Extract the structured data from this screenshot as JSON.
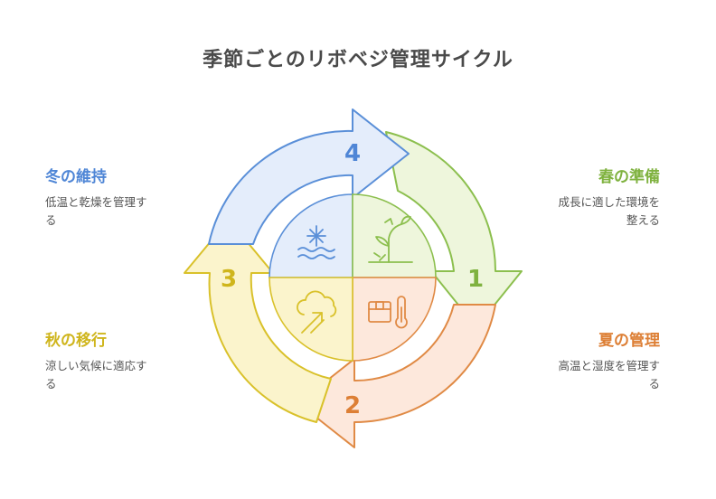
{
  "title": "季節ごとのリボベジ管理サイクル",
  "colors": {
    "spring": "#8cbf4e",
    "summer": "#e08a45",
    "autumn": "#d9c12a",
    "winter": "#5a8fd8",
    "spring_fill": "#eef6dc",
    "summer_fill": "#fde8dc",
    "autumn_fill": "#fbf4cc",
    "winter_fill": "#e4edfb"
  },
  "stages": [
    {
      "number": "1",
      "title": "春の準備",
      "desc_line1": "成長に適した環境を",
      "desc_line2": "整える",
      "icon": "sprout-icon"
    },
    {
      "number": "2",
      "title": "夏の管理",
      "desc_line1": "高温と湿度を管理す",
      "desc_line2": "る",
      "icon": "box-thermometer-icon"
    },
    {
      "number": "3",
      "title": "秋の移行",
      "desc_line1": "涼しい気候に適応す",
      "desc_line2": "る",
      "icon": "cloud-arrow-icon"
    },
    {
      "number": "4",
      "title": "冬の維持",
      "desc_line1": "低温と乾燥を管理す",
      "desc_line2": "る",
      "icon": "snow-waves-icon"
    }
  ]
}
